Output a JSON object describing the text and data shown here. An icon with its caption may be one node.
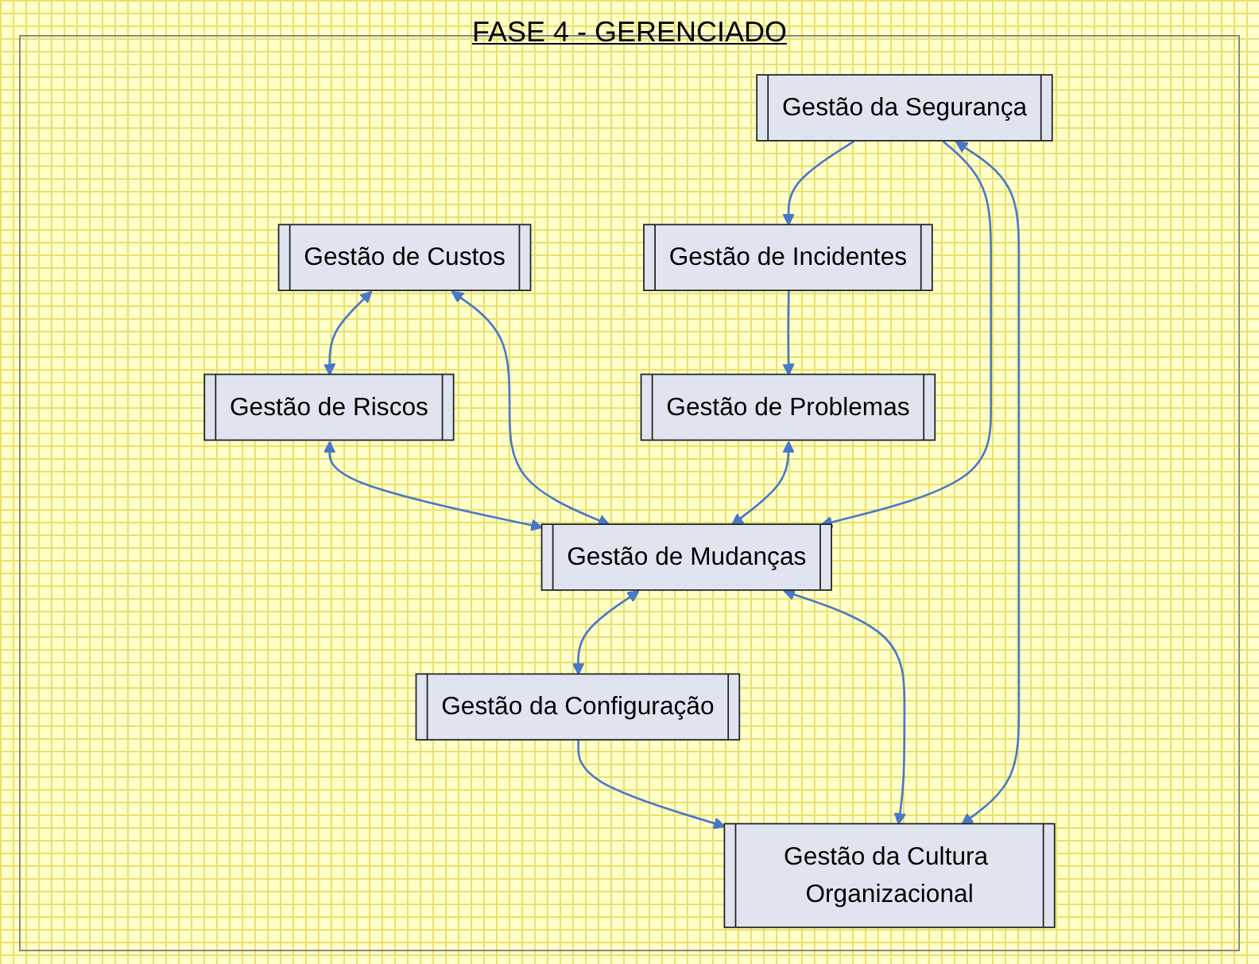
{
  "diagram": {
    "title": "FASE 4 - GERENCIADO",
    "nodes": [
      {
        "text": [
          "Gestão de Custos"
        ]
      },
      {
        "text": [
          "Gestão de Problemas"
        ]
      },
      {
        "text": [
          "Gestão de Incidentes"
        ]
      },
      {
        "text": [
          "Gestão de Riscos"
        ]
      },
      {
        "text": [
          "Gestão de Mudanças"
        ]
      },
      {
        "text": [
          "Gestão da Segurança"
        ]
      },
      {
        "text": [
          "Gestão da Configuração"
        ]
      },
      {
        "text": [
          "Gestão da Cultura Organizacional"
        ]
      }
    ],
    "edges": [
      {
        "from": 2,
        "to": 1,
        "arrow": "to"
      },
      {
        "from": 0,
        "to": 3,
        "arrow": "both"
      },
      {
        "from": 0,
        "to": 4,
        "arrow": "both"
      },
      {
        "from": 1,
        "to": 4,
        "arrow": "both"
      },
      {
        "from": 5,
        "to": 2,
        "arrow": "to"
      },
      {
        "from": 3,
        "to": 4,
        "arrow": "both"
      },
      {
        "from": 5,
        "to": 4,
        "arrow": "to"
      },
      {
        "from": 4,
        "to": 6,
        "arrow": "both"
      },
      {
        "from": 4,
        "to": 7,
        "arrow": "both"
      },
      {
        "from": 5,
        "to": 7,
        "arrow": "both"
      },
      {
        "from": 6,
        "to": 7,
        "arrow": "to"
      }
    ]
  }
}
